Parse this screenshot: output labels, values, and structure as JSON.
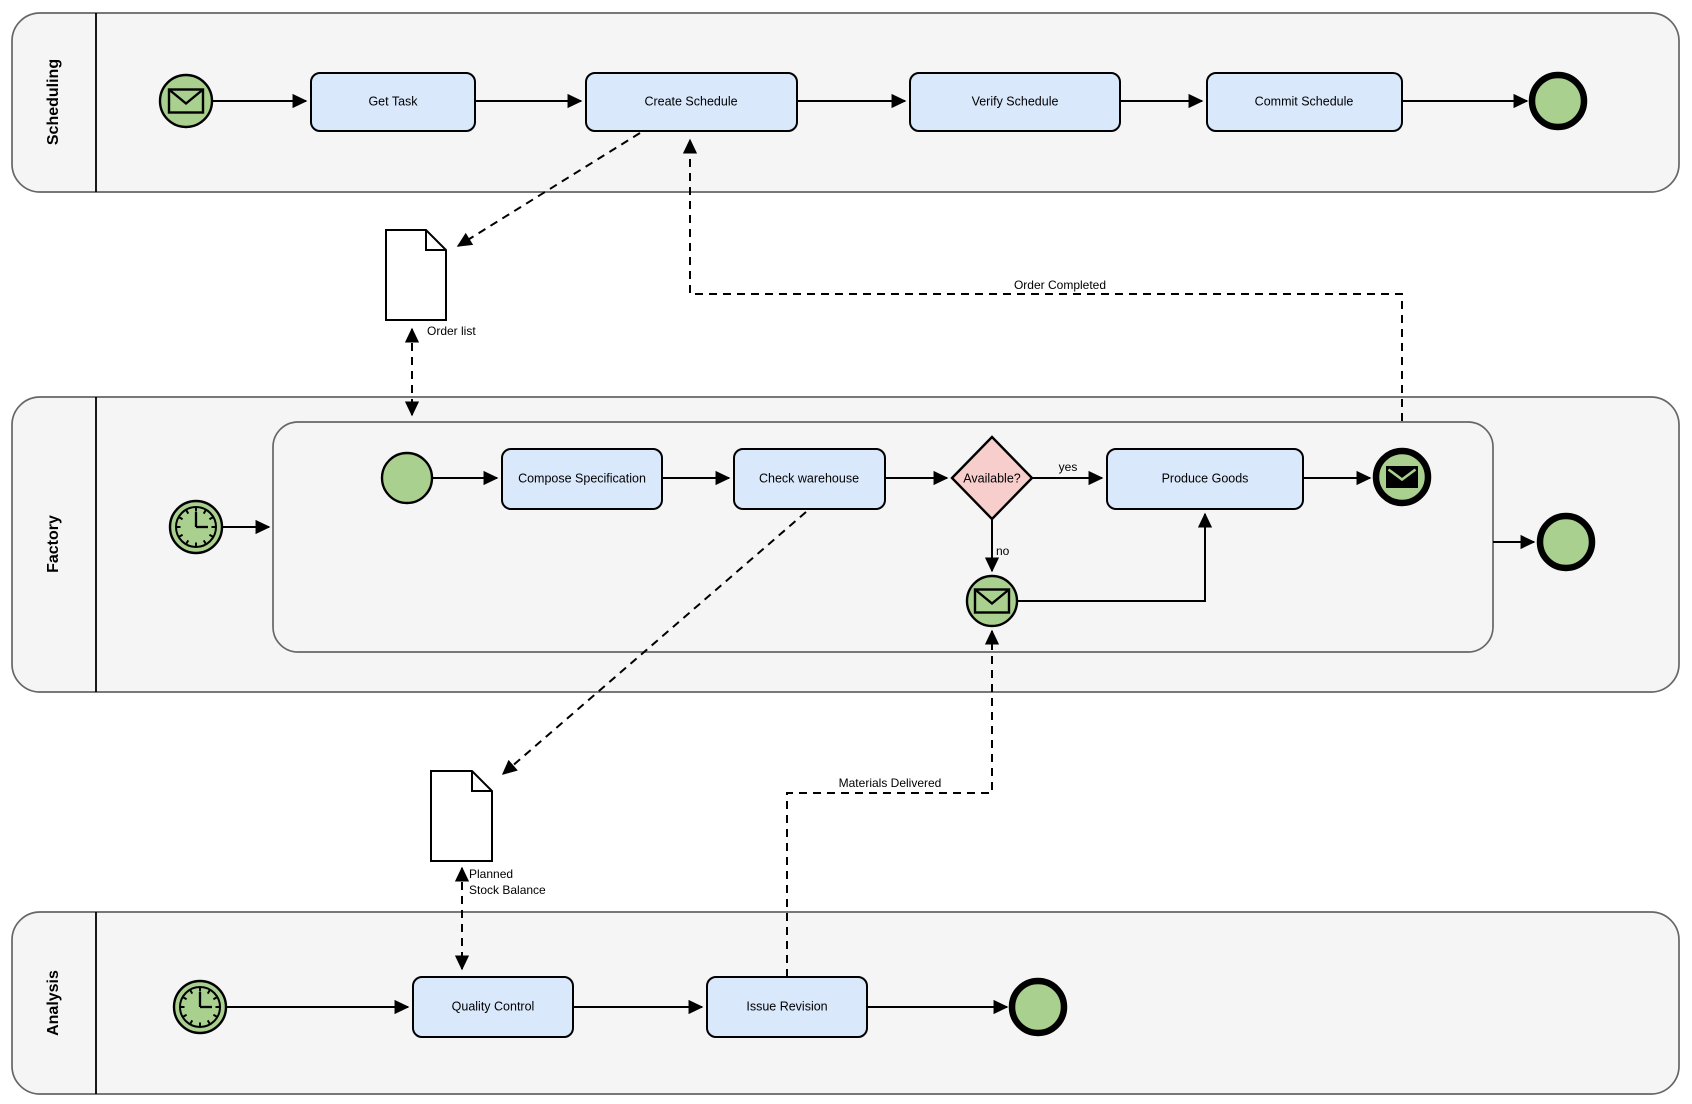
{
  "lanes": {
    "scheduling": "Scheduling",
    "factory": "Factory",
    "analysis": "Analysis"
  },
  "scheduling": {
    "get_task": "Get Task",
    "create_schedule": "Create Schedule",
    "verify_schedule": "Verify Schedule",
    "commit_schedule": "Commit Schedule"
  },
  "factory": {
    "compose_specification": "Compose Specification",
    "check_warehouse": "Check warehouse",
    "available": "Available?",
    "yes": "yes",
    "no": "no",
    "produce_goods": "Produce Goods"
  },
  "analysis": {
    "quality_control": "Quality Control",
    "issue_revision": "Issue Revision"
  },
  "artifacts": {
    "order_list": "Order list",
    "planned_stock_line1": "Planned",
    "planned_stock_line2": "Stock Balance"
  },
  "message_flows": {
    "order_completed": "Order Completed",
    "materials_delivered": "Materials Delivered"
  },
  "colors": {
    "task_fill": "#dae8fc",
    "event_fill": "#a9d08e",
    "gateway_fill": "#f8cecc",
    "lane_fill": "#f5f5f5",
    "lane_stroke": "#666666",
    "stroke": "#000000"
  }
}
